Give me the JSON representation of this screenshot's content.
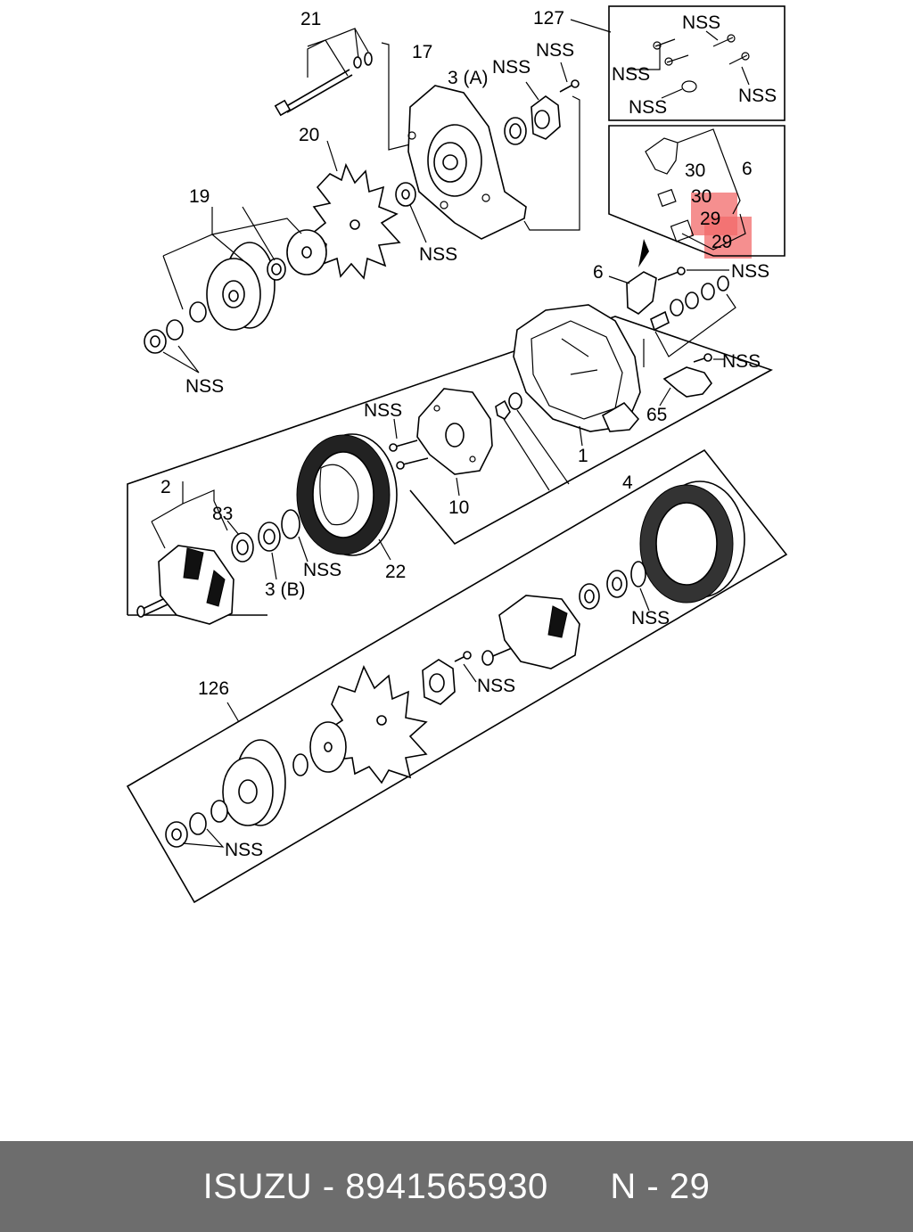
{
  "labels": {
    "l21": "21",
    "l17": "17",
    "l3a": "3 (A)",
    "l127": "127",
    "l20": "20",
    "l19": "19",
    "l6a": "6",
    "l6b": "6",
    "l30a": "30",
    "l30b": "30",
    "l29a": "29",
    "l29b": "29",
    "l65": "65",
    "l1": "1",
    "l4": "4",
    "l10": "10",
    "l2": "2",
    "l83": "83",
    "l22": "22",
    "l3b": "3 (B)",
    "l126": "126",
    "nss": "NSS"
  },
  "highlight_color": "#f26a6a",
  "footer": {
    "brand": "ISUZU",
    "separator": "-",
    "part_number": "8941565930",
    "page_ref": "N - 29",
    "background": "#6d6d6d"
  }
}
